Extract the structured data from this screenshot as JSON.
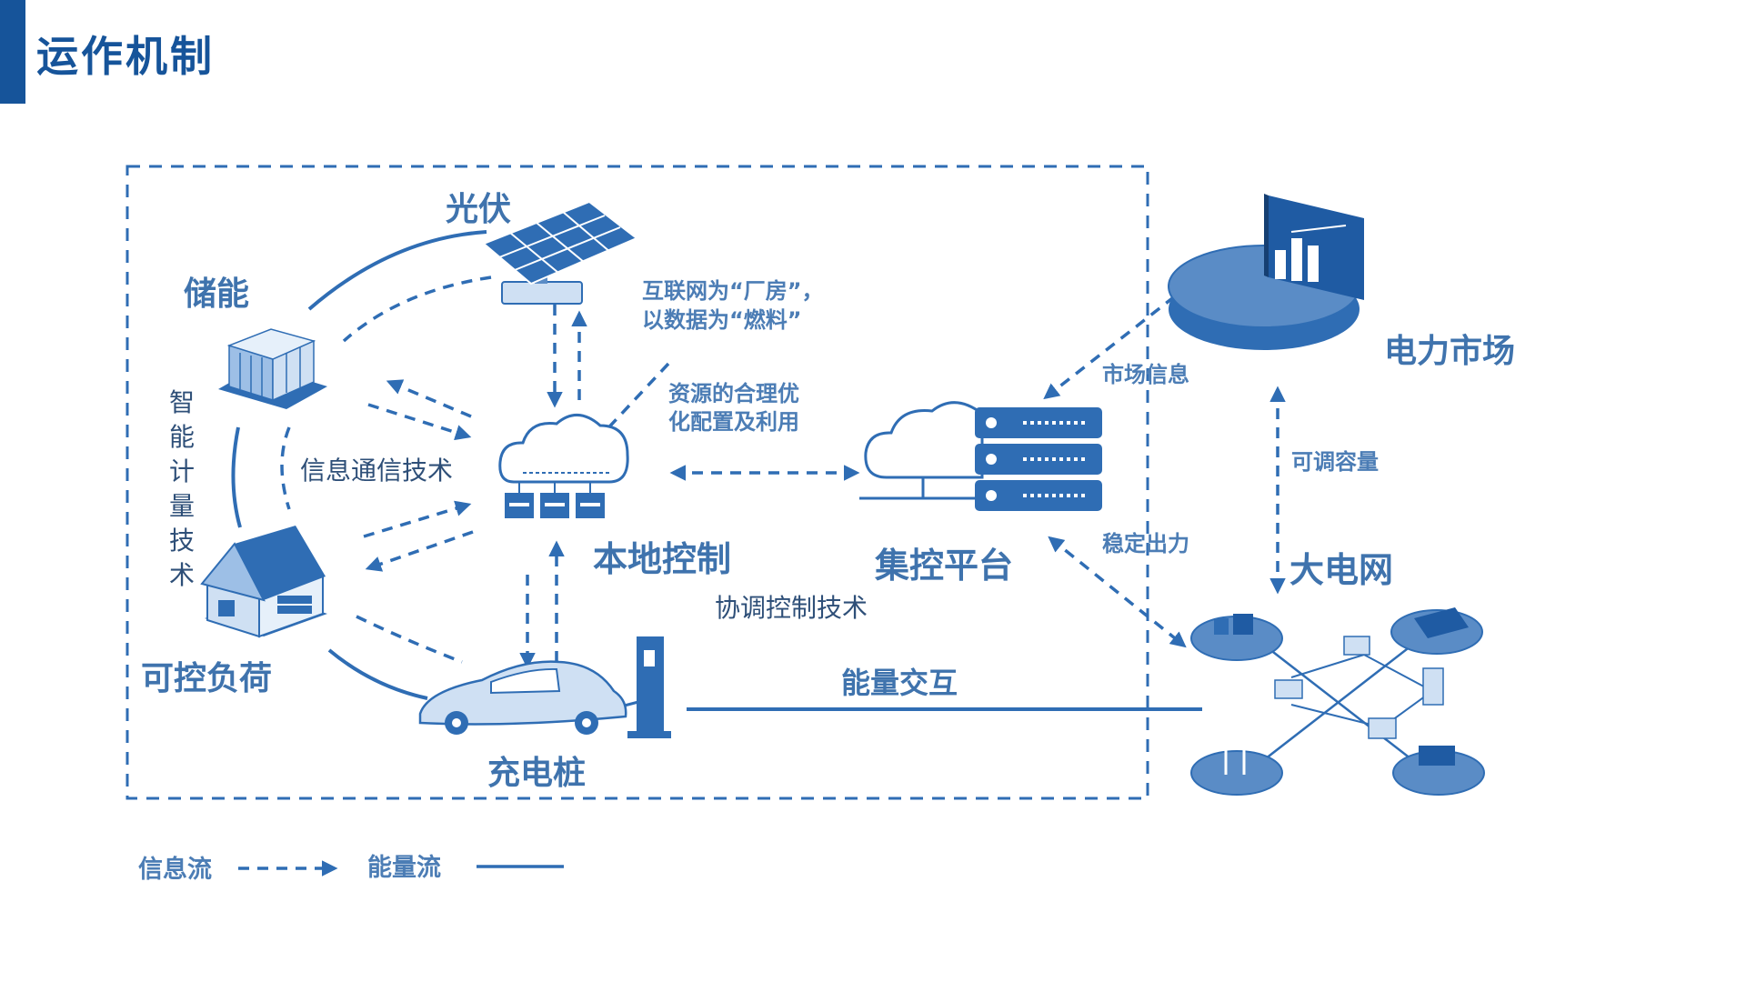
{
  "header": {
    "title": "运作机制",
    "accent_color": "#16549a"
  },
  "nodes": {
    "photovoltaic": "光伏",
    "energy_storage": "储能",
    "controllable_load": "可控负荷",
    "charging_pile": "充电桩",
    "local_control": "本地控制",
    "central_platform": "集控平台",
    "power_market": "电力市场",
    "main_grid": "大电网"
  },
  "annotations": {
    "internet_factory_line1": "互联网为“厂房”，",
    "internet_factory_line2": "以数据为“燃料”",
    "resource_line1": "资源的合理优",
    "resource_line2": "化配置及利用",
    "smart_metering": [
      "智",
      "能",
      "计",
      "量",
      "技",
      "术"
    ],
    "info_comm_tech": "信息通信技术",
    "coordinated_control_tech": "协调控制技术",
    "market_info": "市场信息",
    "stable_output": "稳定出力",
    "adjustable_capacity": "可调容量",
    "energy_interaction": "能量交互"
  },
  "legend": {
    "info_flow": "信息流",
    "energy_flow": "能量流"
  },
  "colors": {
    "primary": "#2f6db4",
    "label": "#3f73ad",
    "icon_fill": "#cfe0f3"
  }
}
